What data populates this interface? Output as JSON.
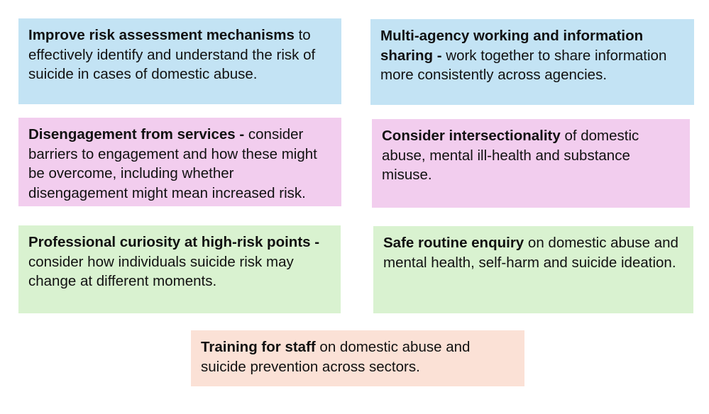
{
  "boxes": [
    {
      "bold": "Improve risk assessment mechanisms",
      "text": " to effectively identify and understand the risk of suicide in cases of domestic abuse.",
      "color": "#c3e3f4"
    },
    {
      "bold": "Multi-agency working and information sharing -",
      "text": " work together to share information more consistently across agencies.",
      "color": "#c3e3f4"
    },
    {
      "bold": "Disengagement from services -",
      "text": " consider barriers to engagement and how these might be overcome, including whether disengagement might mean increased risk.",
      "color": "#f2cdee"
    },
    {
      "bold": "Consider intersectionality",
      "text": " of domestic abuse, mental ill-health and substance misuse.",
      "color": "#f2cdee"
    },
    {
      "bold": "Professional curiosity at high-risk points -",
      "text": " consider how individuals suicide risk may change at different moments.",
      "color": "#d9f2d0"
    },
    {
      "bold": "Safe routine enquiry",
      "text": " on domestic abuse and mental health, self-harm and suicide ideation.",
      "color": "#d9f2d0"
    },
    {
      "bold": "Training for staff",
      "text": " on domestic abuse and suicide prevention across sectors.",
      "color": "#fbe1d6"
    }
  ]
}
